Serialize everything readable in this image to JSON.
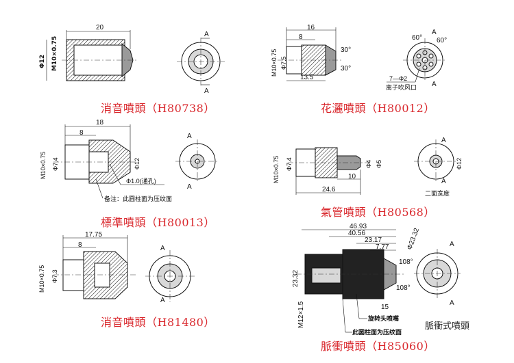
{
  "captions": {
    "c1": "消音噴頭（H80738）",
    "c2": "花灑噴頭（H80012）",
    "c3": "標準噴頭（H80013）",
    "c4": "氣管噴頭（H80568）",
    "c5": "消音噴頭（H81480）",
    "c6": "脈衝噴頭（H85060）",
    "pulse_label": "脈衝式噴頭"
  },
  "dims": {
    "d1_len": "20",
    "d1_phi": "Φ12",
    "d1_thread": "M10×0.75",
    "d2_len16": "16",
    "d2_len8": "8",
    "d2_len135": "13.5",
    "d2_thread": "M10×0.75",
    "d2_phi": "Φ7.5",
    "d2_ang30a": "30°",
    "d2_ang30b": "30°",
    "d2_ang60a": "60°",
    "d2_ang60b": "60°",
    "d2_holes": "7—Φ2",
    "d2_note": "离子吹风口",
    "d3_len18": "18",
    "d3_len8": "8",
    "d3_thread": "M10×0.75",
    "d3_phi74": "Φ7.4",
    "d3_phi12": "Φ12",
    "d3_hole": "Φ1.0(通孔)",
    "d3_note": "备注：此圆柱面为压纹面",
    "d4_thread": "M10×0.75",
    "d4_phi74": "Φ7.4",
    "d4_len10": "10",
    "d4_len246": "24.6",
    "d4_phi4": "Φ4",
    "d4_phi5": "Φ5",
    "d4_phi12": "Φ12",
    "d4_note": "二面宽度",
    "d5_len1775": "17.75",
    "d5_len8": "8",
    "d5_thread": "M10×0.75",
    "d5_phi73": "Φ7.3",
    "d6_4693": "46.93",
    "d6_4056": "40.56",
    "d6_2317": "23.17",
    "d6_777": "7.77",
    "d6_2332": "23.32",
    "d6_phi2332": "Φ23.32",
    "d6_thread": "M12×1.5",
    "d6_108a": "108°",
    "d6_108b": "108°",
    "d6_15": "15",
    "d6_note1": "旋转头喷嘴",
    "d6_note2": "此圆柱面为压纹面"
  },
  "section_marks": {
    "a": "A"
  }
}
